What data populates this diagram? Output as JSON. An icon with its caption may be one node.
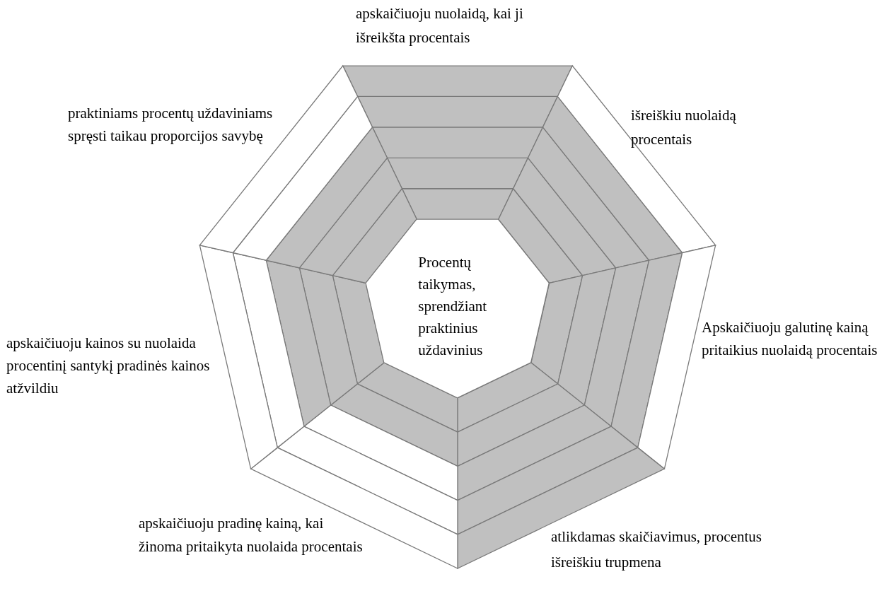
{
  "diagram": {
    "nodes": [
      {
        "text": [
          "Procentų taikymas, sprendžiant praktinius uždavinius"
        ]
      }
    ],
    "labels": [
      "apskaičiuoju nuolaidą, kai ji išreikšta procentais",
      "praktiniams procentų uždaviniams spręsti taikau proporcijos savybę",
      "išreiškiu nuolaidą procentais",
      "Apskaičiuoju galutinę kainą pritaikius nuolaidą procentais",
      "apskaičiuoju kainos su nuolaida procentinį santykį pradinės kainos atžvildiu",
      "apskaičiuoju pradinę kainą, kai žinoma pritaikyta nuolaida procentais",
      "atlikdamas skaičiavimus, procentus išreiškiu trupmena"
    ]
  }
}
